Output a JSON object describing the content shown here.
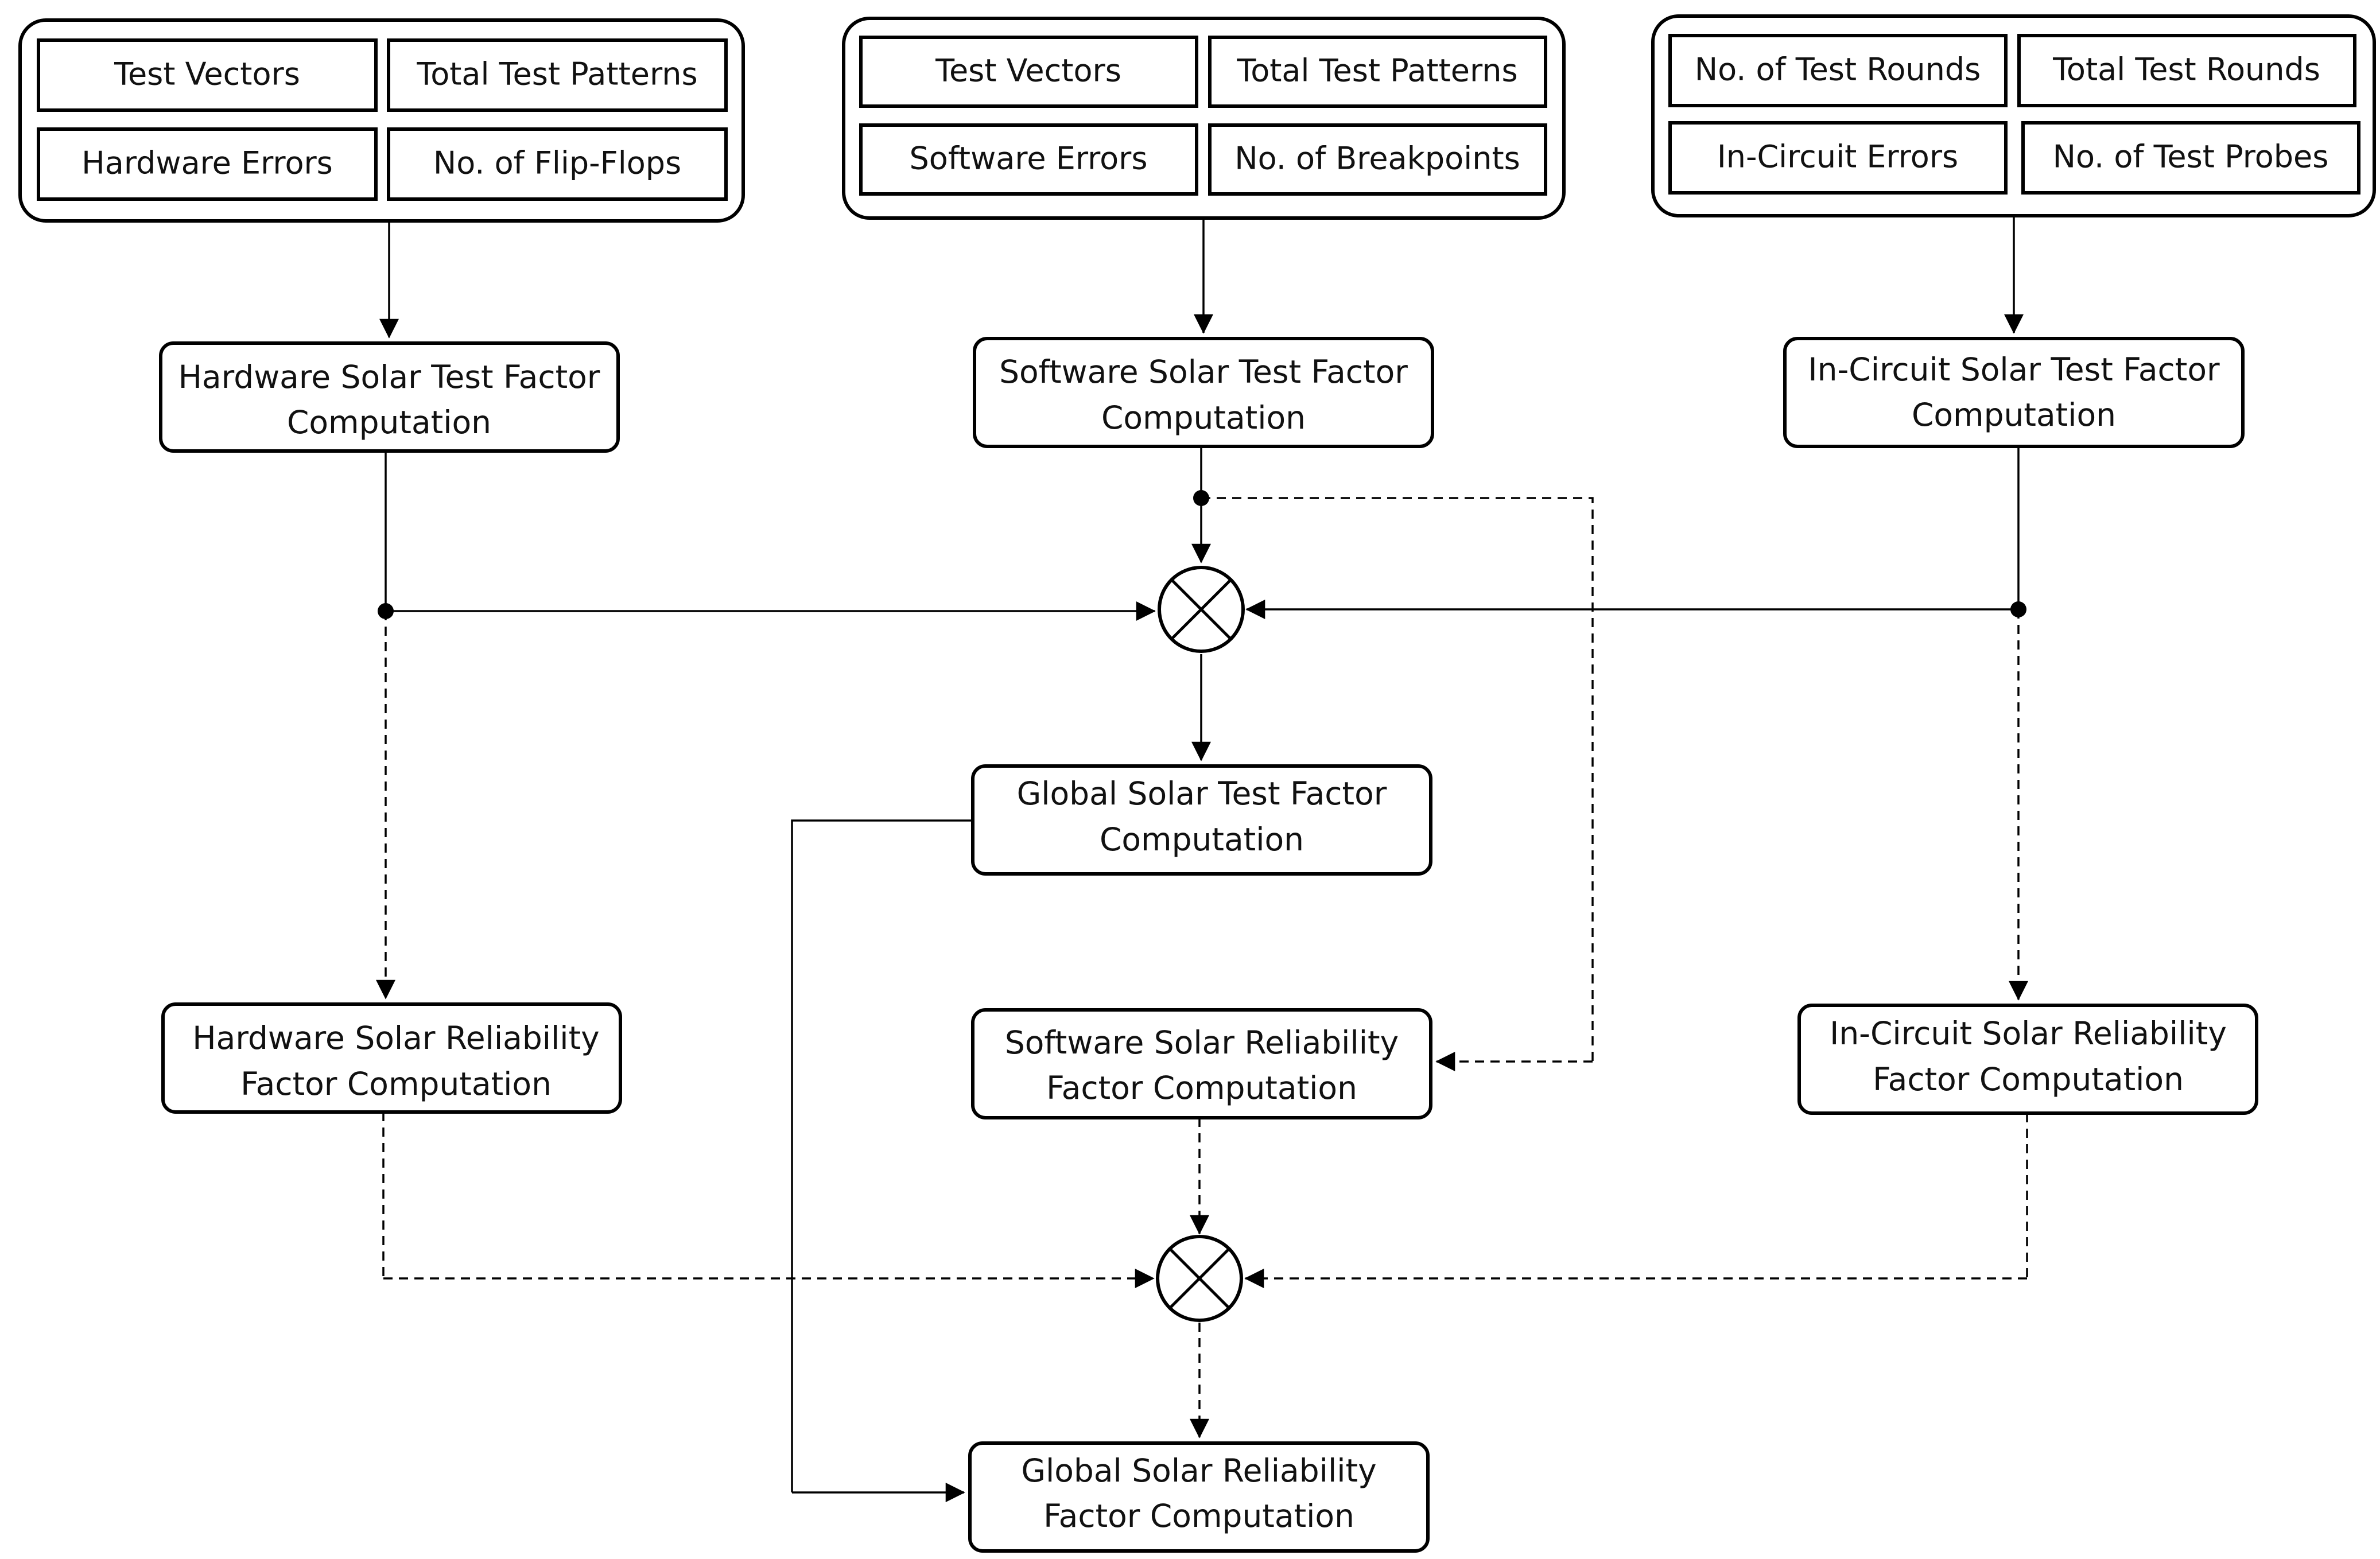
{
  "groups": [
    {
      "inputs": [
        "Test Vectors",
        "Total Test Patterns",
        "Hardware Errors",
        "No. of Flip-Flops"
      ]
    },
    {
      "inputs": [
        "Test Vectors",
        "Total Test Patterns",
        "Software Errors",
        "No. of Breakpoints"
      ]
    },
    {
      "inputs": [
        "No. of Test Rounds",
        "Total Test Rounds",
        "In-Circuit Errors",
        "No. of Test Probes"
      ]
    }
  ],
  "test_factor": [
    [
      "Hardware Solar Test Factor",
      "Computation"
    ],
    [
      "Software Solar Test Factor",
      "Computation"
    ],
    [
      "In-Circuit Solar Test Factor",
      "Computation"
    ]
  ],
  "global_test_factor": [
    "Global Solar Test Factor",
    "Computation"
  ],
  "reliability_factor": [
    [
      "Hardware Solar Reliability",
      "Factor Computation"
    ],
    [
      "Software Solar Reliability",
      "Factor Computation"
    ],
    [
      "In-Circuit Solar Reliability",
      "Factor Computation"
    ]
  ],
  "global_reliability_factor": [
    "Global Solar Reliability",
    "Factor Computation"
  ],
  "operators": [
    "multiply-node",
    "multiply-node"
  ],
  "edge_styles": {
    "test_factor_paths": "solid",
    "reliability_paths": "dashed"
  },
  "colors": {
    "stroke": "#000000",
    "text": "#111111",
    "background": "#ffffff"
  }
}
